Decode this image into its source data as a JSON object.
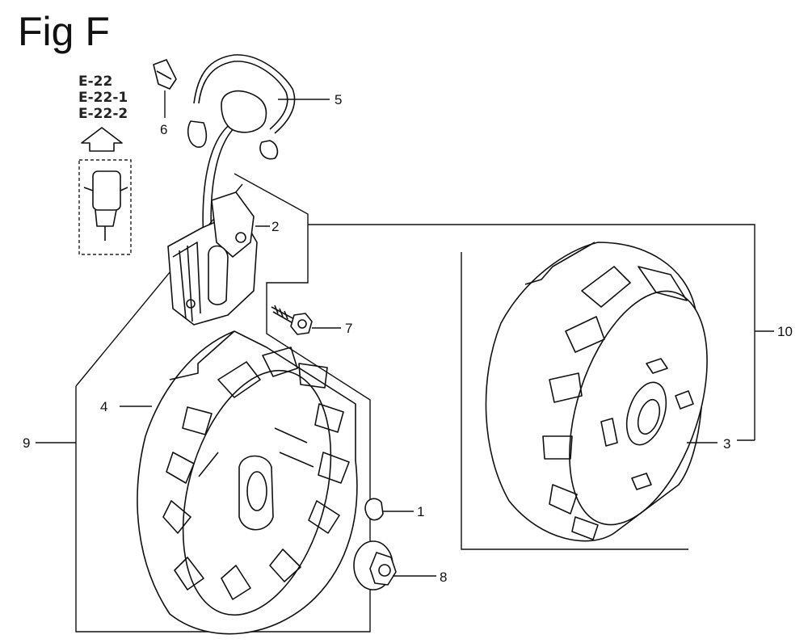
{
  "figure": {
    "title": "Fig F"
  },
  "reference_pages": [
    "E-22",
    "E-22-1",
    "E-22-2"
  ],
  "callouts": [
    {
      "id": "c1",
      "label": "1",
      "part": "key"
    },
    {
      "id": "c2",
      "label": "2",
      "part": "ignition-coil"
    },
    {
      "id": "c3",
      "label": "3",
      "part": "flywheel-assembly"
    },
    {
      "id": "c4",
      "label": "4",
      "part": "flywheel"
    },
    {
      "id": "c5",
      "label": "5",
      "part": "high-tension-cord"
    },
    {
      "id": "c6",
      "label": "6",
      "part": "wire-clip"
    },
    {
      "id": "c7",
      "label": "7",
      "part": "bolt"
    },
    {
      "id": "c8",
      "label": "8",
      "part": "flange-nut"
    },
    {
      "id": "c9",
      "label": "9",
      "part": "flywheel-group"
    },
    {
      "id": "c10",
      "label": "10",
      "part": "flywheel-group-alt"
    }
  ]
}
